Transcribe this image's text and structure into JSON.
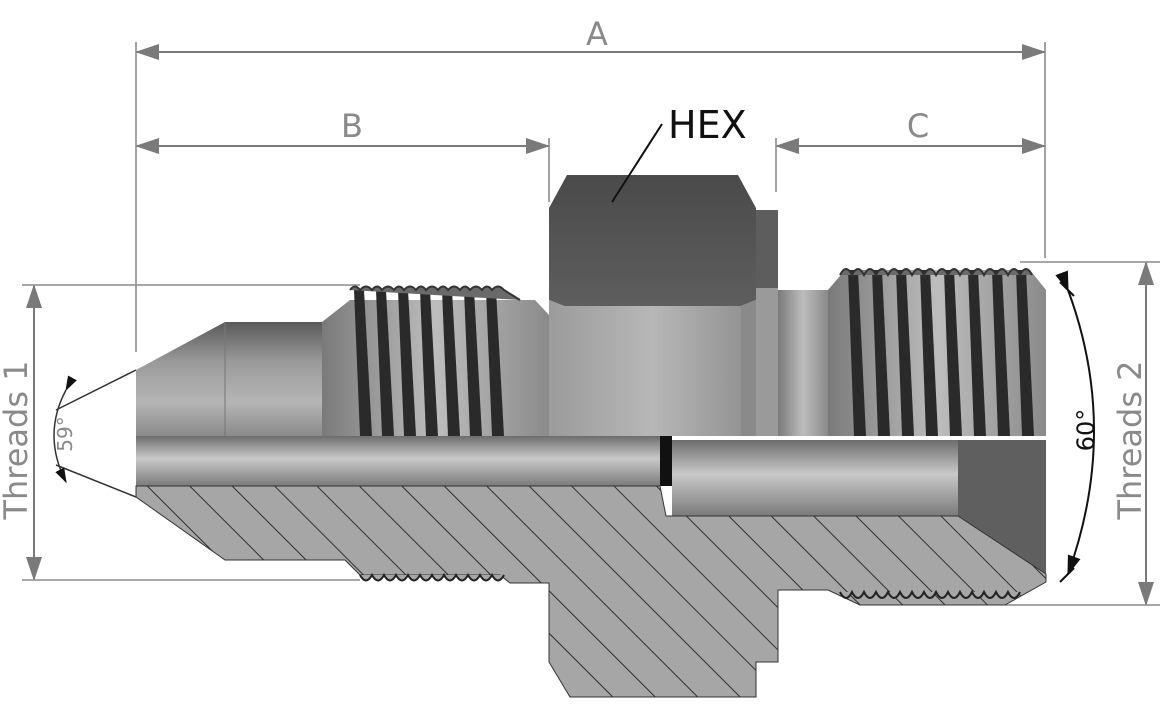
{
  "dimensions": {
    "a": "A",
    "b": "B",
    "c": "C"
  },
  "hex_label": "HEX",
  "threads_1": "Threads 1",
  "threads_2": "Threads 2",
  "angle_1": "59°",
  "angle_2": "60°",
  "colors": {
    "dimension": "#8a8a8a",
    "body_dark": "#555555",
    "body_mid": "#8f8f8f",
    "body_light": "#c4c4c4",
    "section_fill": "#a9a9a9",
    "hatch": "#222222"
  }
}
